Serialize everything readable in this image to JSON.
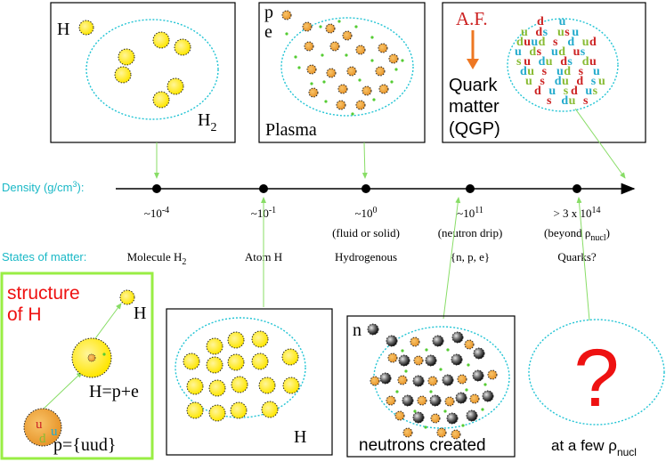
{
  "colors": {
    "text": "#000000",
    "cyan_text": "#19b8c6",
    "ellipse": "#22c4d4",
    "atom_fill": "#ffe600",
    "proton_fill": "#f2a93b",
    "neutron_fill": "#555555",
    "electron_dot": "#55cc33",
    "leader_line": "#88dd66",
    "box_green": "#99ee44",
    "red": "#ee1111",
    "af_red": "#cc2222",
    "af_arrow": "#ee7722",
    "quark_red": "#cc2222",
    "quark_cyan": "#22aacc",
    "quark_green": "#88bb33"
  },
  "axis": {
    "label_density": "Density (g/cm",
    "label_density_sup": "3",
    "label_density_end": "):",
    "label_states": "States of matter:",
    "points": [
      {
        "density_base": "~10",
        "density_exp": "-4",
        "note": "",
        "state": "Molecule H",
        "state_sub": "2"
      },
      {
        "density_base": "~10",
        "density_exp": "-1",
        "note": "",
        "state": "Atom H",
        "state_sub": ""
      },
      {
        "density_base": "~10",
        "density_exp": "0",
        "note": "(fluid or solid)",
        "state": "Hydrogenous",
        "state_sub": ""
      },
      {
        "density_base": "~10",
        "density_exp": "11",
        "note": "(neutron drip)",
        "state": "{n, p, e}",
        "state_sub": ""
      },
      {
        "density_base": "> 3 x 10",
        "density_exp": "14",
        "note": "(beyond ρ",
        "note_sub": "nucl",
        "note_end": ")",
        "state": "Quarks?",
        "state_sub": ""
      }
    ]
  },
  "panels": {
    "molecule": {
      "h_label": "H",
      "h2_label": "H",
      "h2_sub": "2"
    },
    "plasma": {
      "p_label": "p",
      "e_label": "e",
      "caption": "Plasma"
    },
    "quark": {
      "af": "A.F.",
      "line1": "Quark",
      "line2": "matter",
      "line3": "(QGP)"
    },
    "structure": {
      "title1": "structure",
      "title2": "of H",
      "h_label": "H",
      "hpe_label": "H=p+e",
      "p_label": "p={uud}"
    },
    "atom": {
      "h_label": "H"
    },
    "neutron": {
      "n_label": "n",
      "caption": "neutrons created"
    },
    "unknown": {
      "symbol": "?",
      "caption": "at a few ρ",
      "caption_sub": "nucl"
    }
  }
}
